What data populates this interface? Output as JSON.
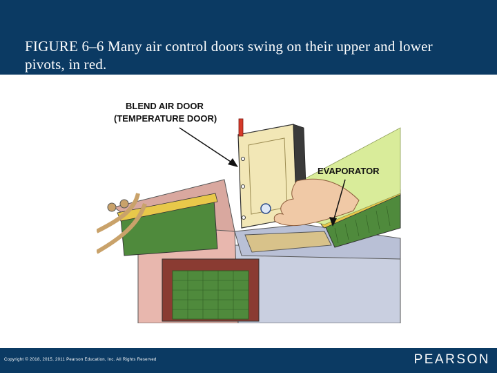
{
  "slide": {
    "caption": "FIGURE 6–6  Many air control doors swing on their upper and lower pivots, in red."
  },
  "figure": {
    "callouts": {
      "door_line1": "BLEND AIR DOOR",
      "door_line2": "(TEMPERATURE DOOR)",
      "evaporator": "EVAPORATOR"
    }
  },
  "footer": {
    "copyright": "Copyright © 2018, 2015, 2011 Pearson Education, Inc. All Rights Reserved",
    "brand": "PEARSON"
  },
  "colors": {
    "header_bg": "#0b3a63",
    "pivot_red": "#d63a2a",
    "door_cream": "#f2e7b6",
    "evaporator_green": "#4f8a3c"
  }
}
